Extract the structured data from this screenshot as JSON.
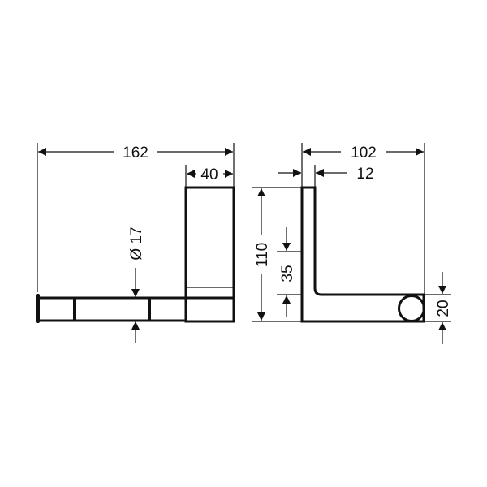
{
  "drawing": {
    "front_view": {
      "overall_width": "162",
      "bracket_width": "40",
      "rod_diameter": "Ø 17"
    },
    "side_view": {
      "depth": "102",
      "wall_thickness": "12",
      "height": "110",
      "lower_offset": "35",
      "rod_height": "20"
    }
  }
}
